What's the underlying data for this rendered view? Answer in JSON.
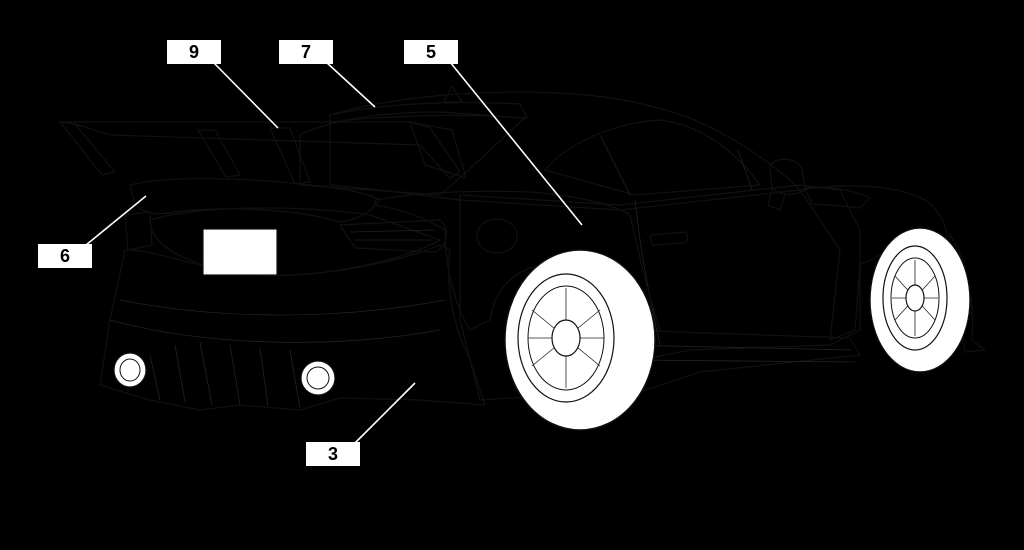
{
  "diagram": {
    "background": "#000000",
    "body_color": "#ffffff",
    "parts": [
      {
        "id": "part-3",
        "label": "3",
        "color": "#e60012"
      },
      {
        "id": "part-5",
        "label": "5",
        "color": "#1fad8a"
      },
      {
        "id": "part-6",
        "label": "6",
        "color": "#fff100"
      },
      {
        "id": "part-7",
        "label": "7",
        "color": "#f19ec2"
      },
      {
        "id": "part-9",
        "label": "9",
        "color": "#e4007f"
      }
    ],
    "unlabeled_colors": {
      "side_skirt": "#f39800",
      "rear_fender": "#c49074",
      "front_wheel_arch": "#2a8ad6",
      "front_vent": "#8f6fc2"
    }
  }
}
